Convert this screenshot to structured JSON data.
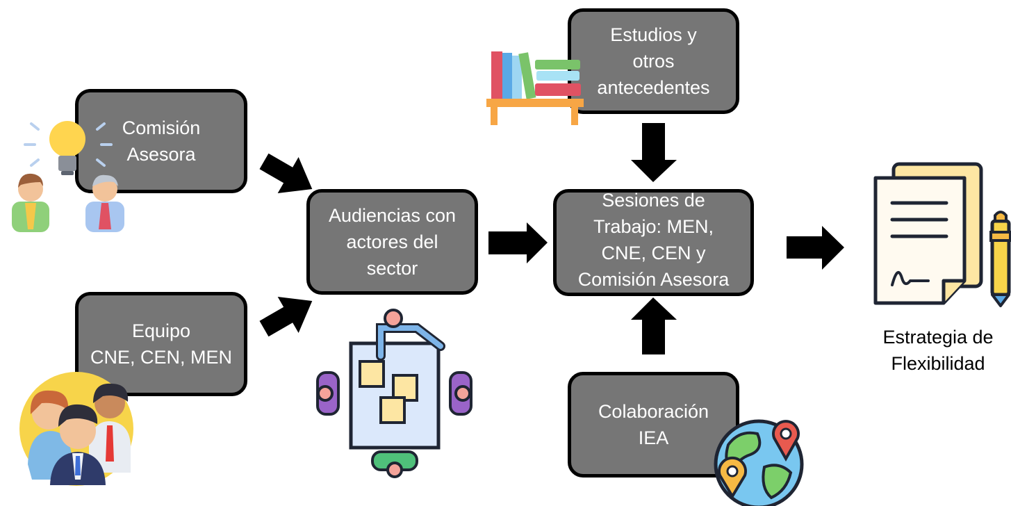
{
  "boxes": {
    "comision": "Comisión\nAsesora",
    "equipo": "Equipo\nCNE, CEN, MEN",
    "audiencias": "Audiencias con\nactores del\nsector",
    "estudios": "Estudios y\notros\nantecedentes",
    "sesiones": "Sesiones de\nTrabajo: MEN,\nCNE, CEN y\nComisión Asesora",
    "colaboracion": "Colaboración\nIEA"
  },
  "output": {
    "caption": "Estrategia de\nFlexibilidad"
  },
  "colors": {
    "box_fill": "#767676",
    "box_border": "#000000",
    "box_text": "#ffffff",
    "arrow": "#000000"
  },
  "icons": [
    "idea-team-icon",
    "books-icon",
    "meeting-table-icon",
    "team-group-icon",
    "globe-location-icon",
    "document-pen-icon"
  ]
}
